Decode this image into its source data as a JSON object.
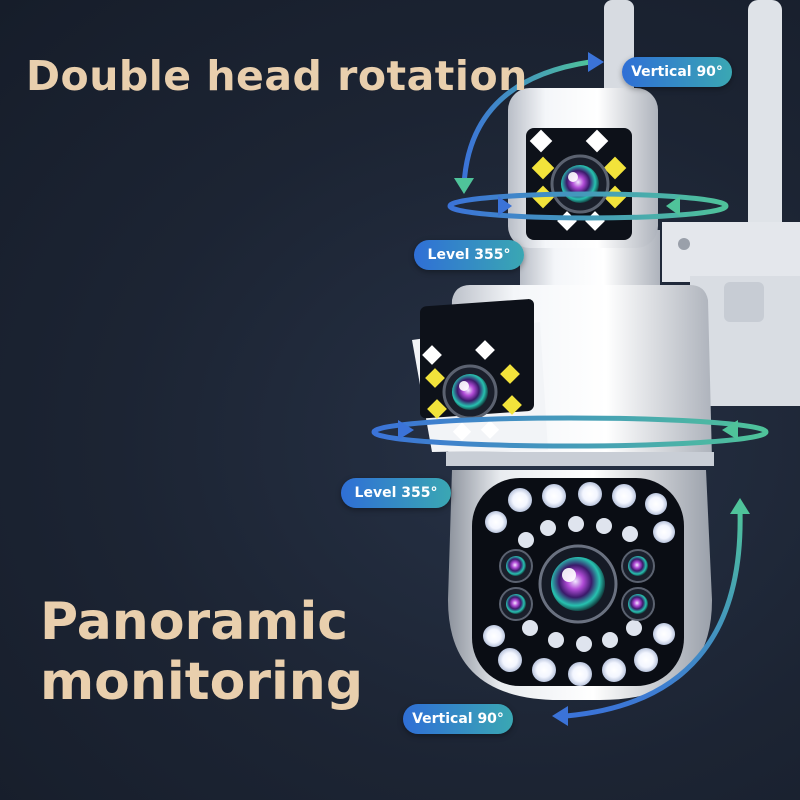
{
  "headline_top": "Double head rotation",
  "headline_bottom_line1": "Panoramic",
  "headline_bottom_line2": "monitoring",
  "labels": {
    "upper_vertical": "Vertical 90°",
    "upper_level": "Level 355°",
    "lower_level": "Level 355°",
    "lower_vertical": "Vertical 90°"
  },
  "colors": {
    "background": "#1c2433",
    "headline": "#e9cfad",
    "pill_start": "#2f6fd6",
    "pill_end": "#3aa7b3",
    "arrow_blue": "#3b73d8",
    "arrow_green": "#4fc39a",
    "camera_body": "#e6e9ee"
  },
  "icons": [
    "rotation-arrow-icon",
    "camera-lens-icon",
    "antenna-icon",
    "led-light-icon"
  ]
}
